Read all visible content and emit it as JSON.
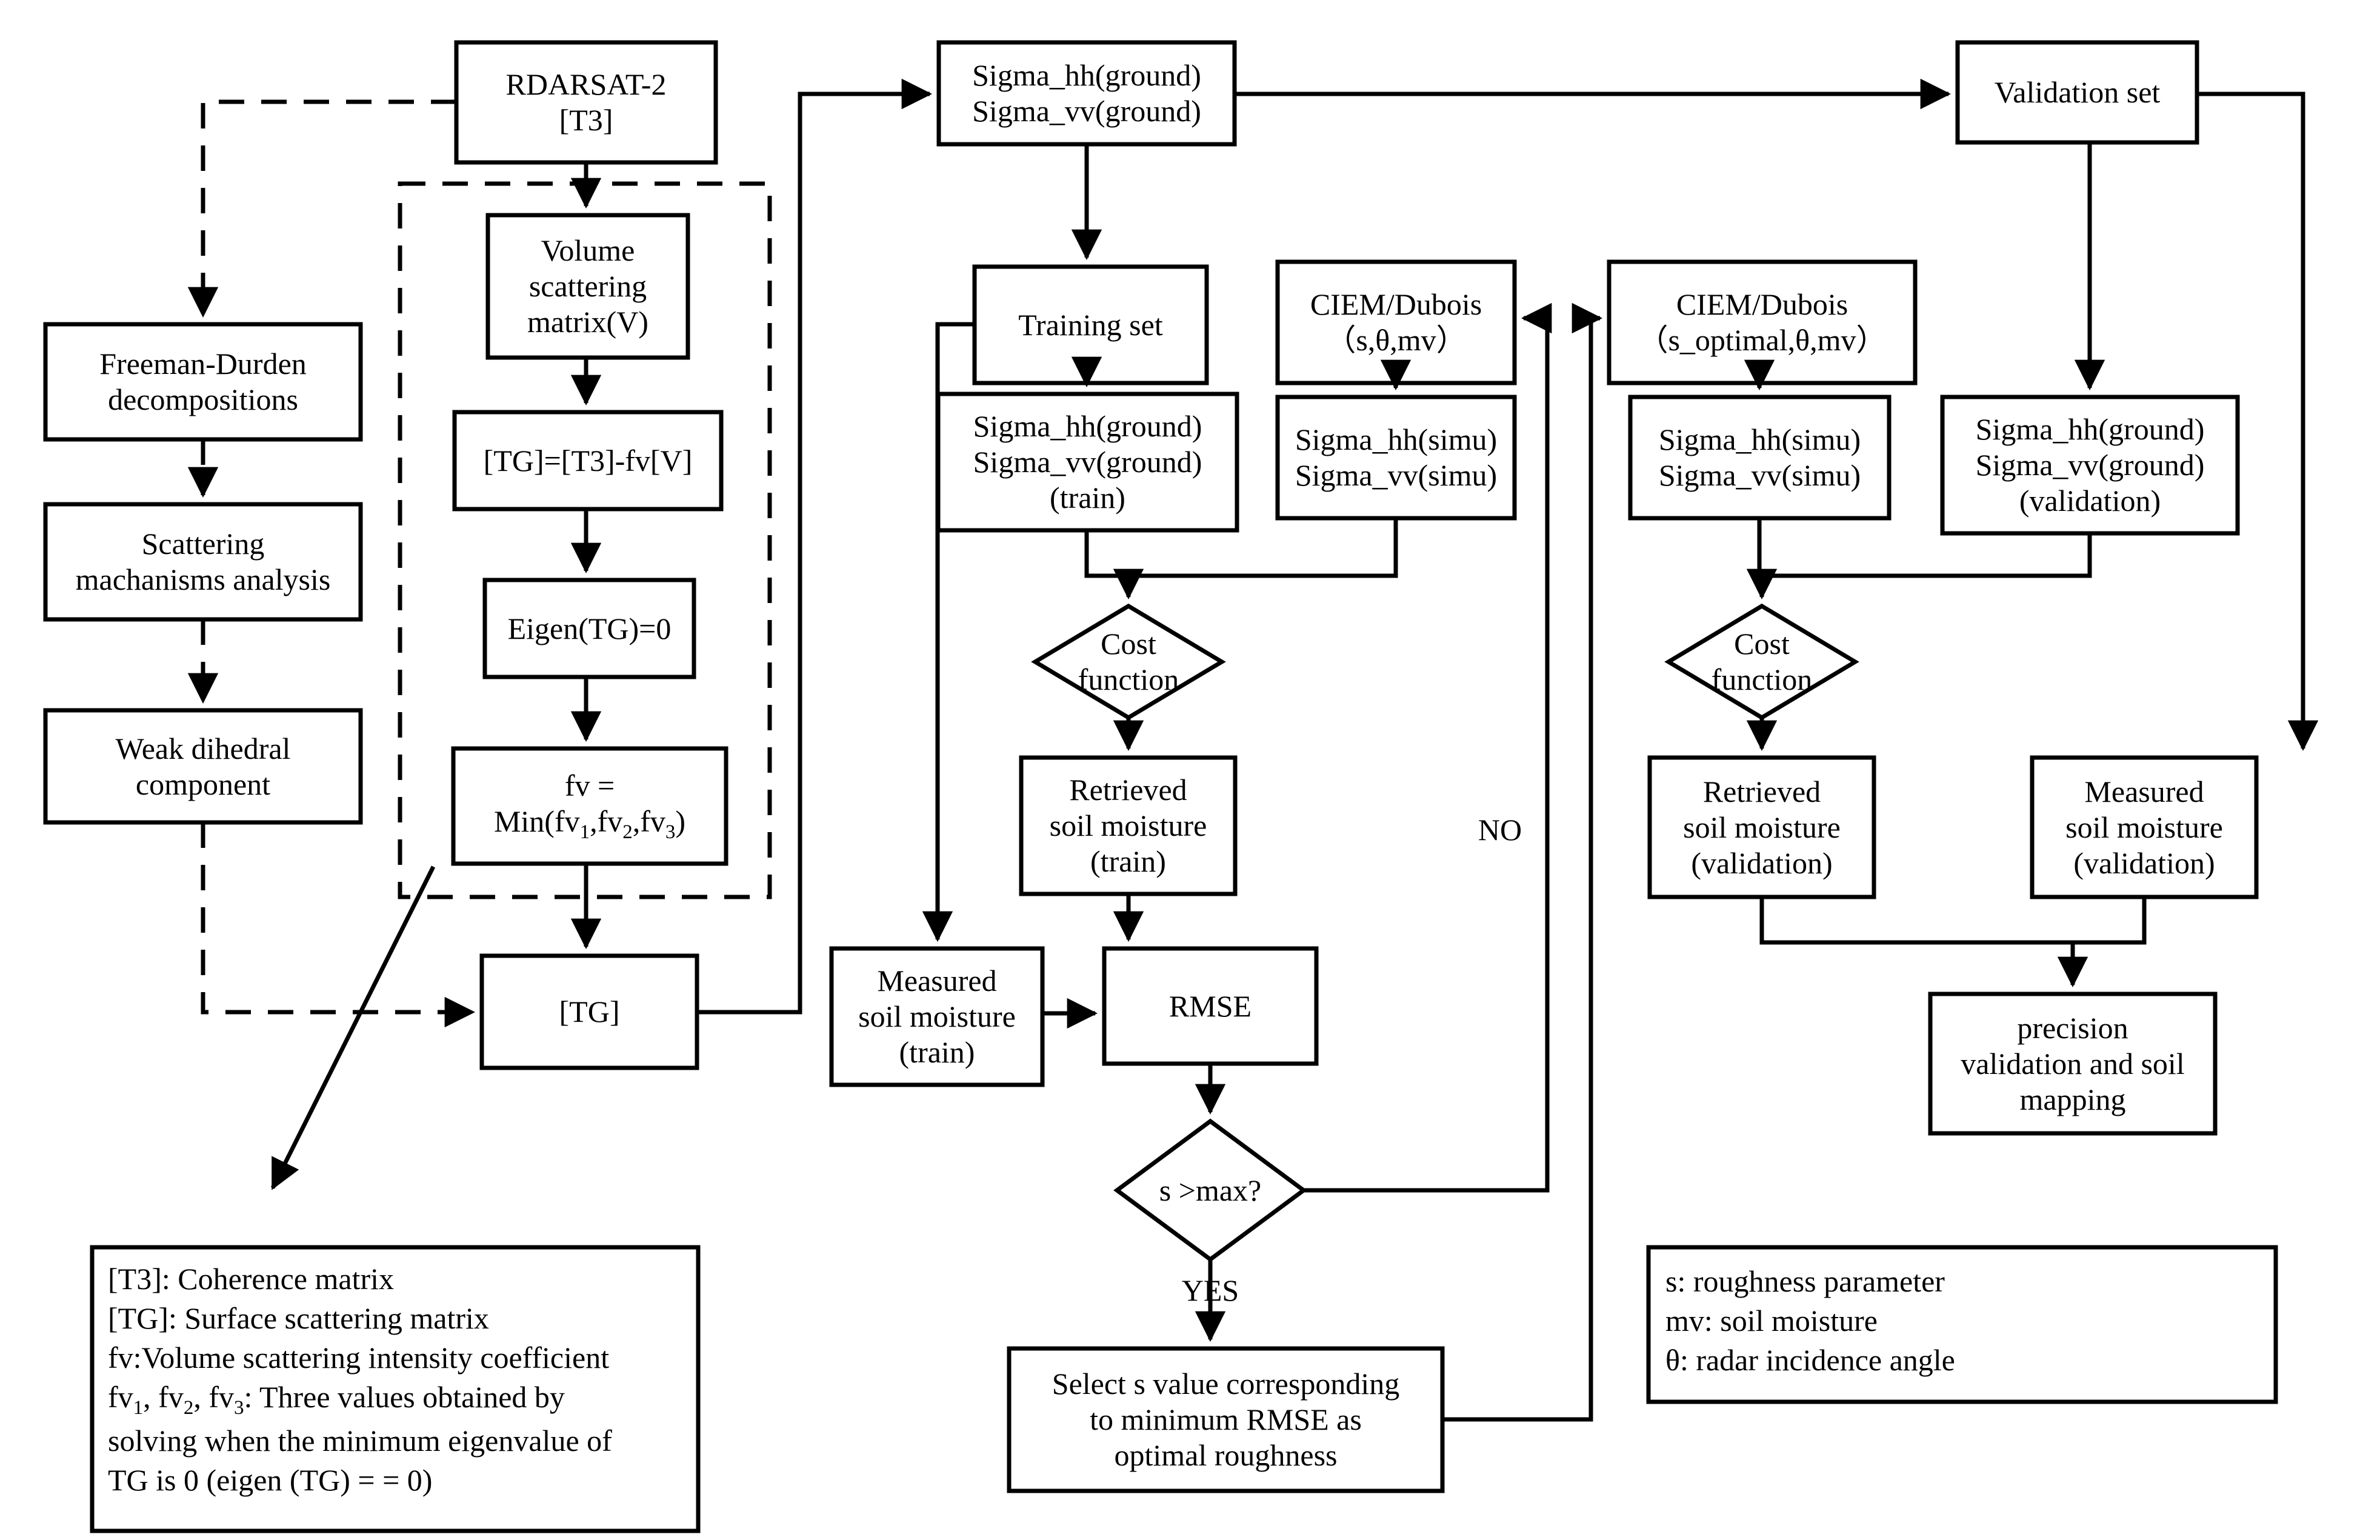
{
  "diagram": {
    "title": "Soil moisture retrieval flowchart",
    "style": {
      "stroke": "#000000",
      "fill": "#ffffff",
      "background": "#ffffff"
    }
  },
  "nodes": {
    "radarsat": "RDARSAT-2\n[T3]",
    "freeman": "Freeman-Durden\ndecompositions",
    "scattering_analysis": "Scattering\nmachanisms analysis",
    "weak_dihedral": "Weak dihedral\ncomponent",
    "volume_matrix": "Volume\nscattering\nmatrix(V)",
    "tg_equation": "[TG]=[T3]-fv[V]",
    "eigen": "Eigen(TG)=0",
    "fv_min": "fv =\nMin(fv1,fv2,fv3)",
    "tg": "[TG]",
    "sigma_ground_top": "Sigma_hh(ground)\nSigma_vv(ground)",
    "training_set": "Training set",
    "sigma_ground_train": "Sigma_hh(ground)\nSigma_vv(ground)\n(train)",
    "ciem_dubois": "CIEM/Dubois\n（s,θ,mv）",
    "sigma_simu_train": "Sigma_hh(simu)\nSigma_vv(simu)",
    "cost_function_train": "Cost\nfunction",
    "retrieved_train": "Retrieved\nsoil moisture\n(train)",
    "measured_train": "Measured\nsoil moisture\n(train)",
    "rmse": "RMSE",
    "s_max_decision": "s >max?",
    "select_s": "Select s value corresponding\nto minimum RMSE as\noptimal roughness",
    "validation_set": "Validation set",
    "ciem_dubois_optimal": "CIEM/Dubois\n（s_optimal,θ,mv）",
    "sigma_simu_validation": "Sigma_hh(simu)\nSigma_vv(simu)",
    "sigma_ground_validation": "Sigma_hh(ground)\nSigma_vv(ground)\n(validation)",
    "cost_function_validation": "Cost\nfunction",
    "retrieved_validation": "Retrieved\nsoil moisture\n(validation)",
    "measured_validation": "Measured\nsoil moisture\n(validation)",
    "precision": "precision\nvalidation and soil\nmapping"
  },
  "edge_labels": {
    "no": "NO",
    "yes": "YES"
  },
  "legend_left": {
    "lines": [
      "[T3]: Coherence matrix",
      "[TG]: Surface scattering matrix",
      "fv:Volume scattering intensity coefficient",
      "fv1, fv2, fv3: Three values obtained by",
      "solving when the minimum eigenvalue of",
      "TG is 0 (eigen (TG) = = 0)"
    ]
  },
  "legend_right": {
    "lines": [
      "s: roughness parameter",
      "mv: soil moisture",
      "θ: radar incidence angle"
    ]
  }
}
